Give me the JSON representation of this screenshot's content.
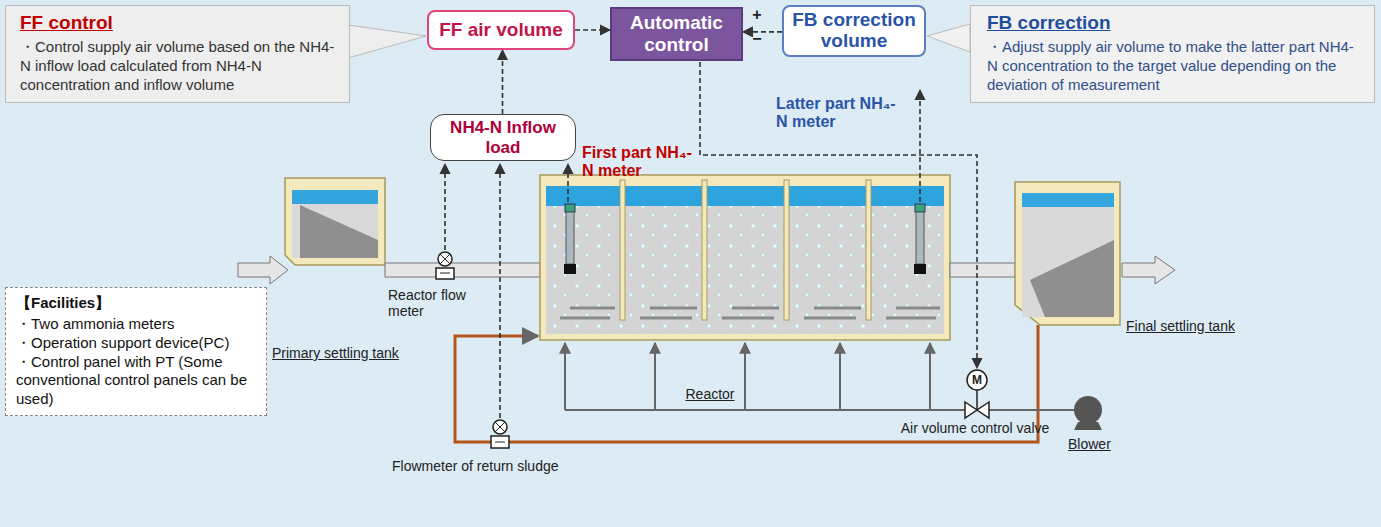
{
  "diagram": {
    "nodes": [
      {
        "text": [
          "FF control",
          "・Control supply air volume based on the NH4-N inflow load calculated from NH4-N concentration and inflow volume"
        ]
      },
      {
        "text": [
          "FF air volume"
        ]
      },
      {
        "text": [
          "Automatic control"
        ]
      },
      {
        "text": [
          "FB correction volume"
        ]
      },
      {
        "text": [
          "FB correction",
          "・Adjust supply air volume to make the latter part NH4-N concentration to the target value depending on the deviation of measurement"
        ]
      },
      {
        "text": [
          "NH4-N Inflow load"
        ]
      },
      {
        "text": [
          "【Facilities】",
          "・Two ammonia meters",
          "・Operation support device(PC)",
          "・Control panel with PT (Some conventional control panels can be used)"
        ]
      }
    ],
    "edges": [
      {
        "from": 5,
        "to": 1,
        "arrow": "to"
      },
      {
        "from": 1,
        "to": 2,
        "arrow": "to"
      },
      {
        "from": 3,
        "to": 2,
        "arrow": "to"
      }
    ],
    "labels": [
      "First part NH₄-N meter",
      "Latter part NH₄-N meter",
      "Reactor flow meter",
      "Primary settling tank",
      "Reactor",
      "Air volume control valve",
      "Final settling tank",
      "Blower",
      "Flowmeter of return sludge",
      "+",
      "−",
      "M"
    ]
  }
}
